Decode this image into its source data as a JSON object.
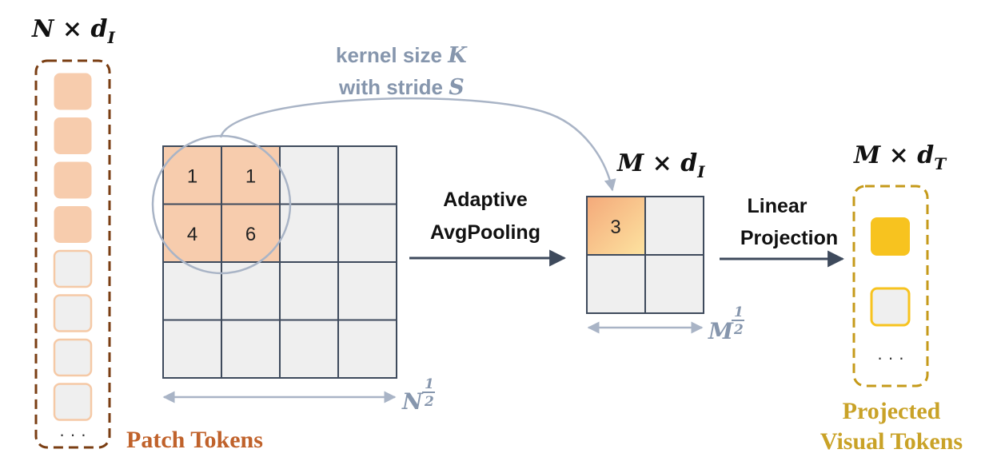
{
  "patch_tokens": {
    "dim_label": "N × d",
    "dim_sub": "I",
    "caption": "Patch Tokens",
    "ellipsis": "· · ·",
    "filled_count": 4,
    "empty_count": 4
  },
  "kernel_note": {
    "line1_text": "kernel size ",
    "line1_var": "K",
    "line2_text": "with stride ",
    "line2_var": "S"
  },
  "grid": {
    "rows": 4,
    "cols": 4,
    "highlight_values": [
      "1",
      "1",
      "4",
      "6"
    ],
    "axis_base": "N",
    "axis_exp_num": "1",
    "axis_exp_den": "2"
  },
  "pooling": {
    "line1": "Adaptive",
    "line2": "AvgPooling"
  },
  "pooled_grid": {
    "dim_label": "M × d",
    "dim_sub": "I",
    "value": "3",
    "axis_base": "M",
    "axis_exp_num": "1",
    "axis_exp_den": "2"
  },
  "projection": {
    "line1": "Linear",
    "line2": "Projection"
  },
  "visual_tokens": {
    "dim_label": "M × d",
    "dim_sub": "T",
    "caption_line1": "Projected",
    "caption_line2": "Visual Tokens",
    "ellipsis": "· · ·"
  },
  "colors": {
    "patch_border": "#7a3e13",
    "patch_fill": "#f7ccad",
    "patch_empty_border": "#f5c9a6",
    "empty_fill": "#efefef",
    "grid_line": "#3e4a5c",
    "kernel_circle": "#a9b4c6",
    "kernel_text": "#8696ad",
    "arrow": "#3e4a5c",
    "patch_caption": "#c0622b",
    "visual_border": "#c59a1a",
    "visual_fill": "#f7c31f",
    "visual_caption": "#c9a227"
  }
}
